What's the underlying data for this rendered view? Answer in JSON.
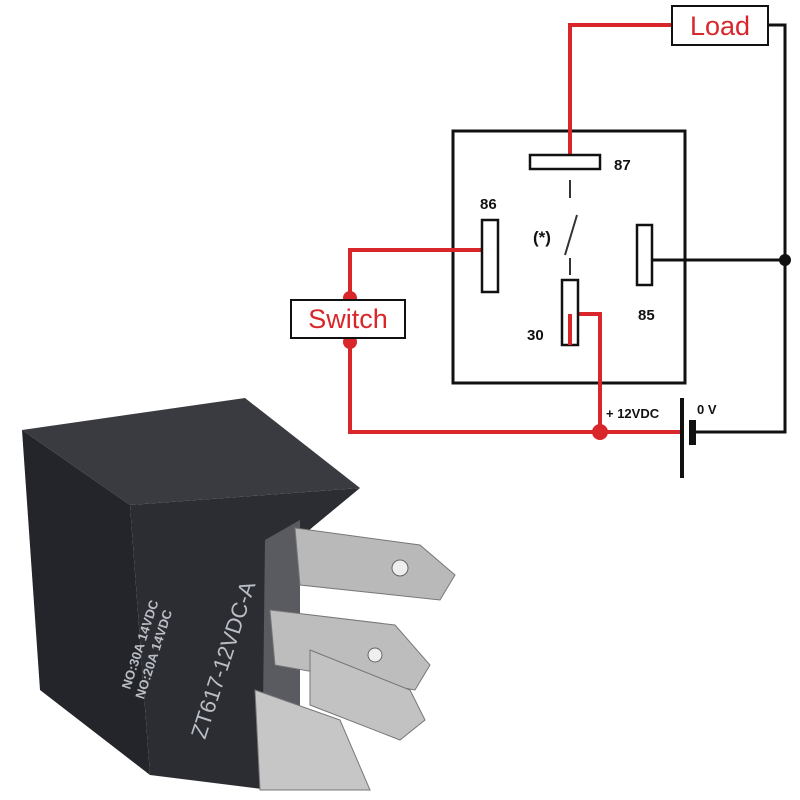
{
  "diagram": {
    "load_label": "Load",
    "switch_label": "Switch",
    "pins": {
      "p87": "87",
      "p86": "86",
      "p85": "85",
      "p30": "30"
    },
    "switch_symbol_label": "(*)",
    "battery_positive_label": "+ 12VDC",
    "battery_negative_label": "0 V"
  },
  "relay_photo": {
    "rating_line1": "NO:30A 14VDC",
    "rating_line2": "NO:20A 14VDC",
    "model": "ZT617-12VDC-A"
  },
  "colors": {
    "wire_positive": "#d8262b",
    "wire_ground": "#111111",
    "relay_body": "#2b2c30",
    "pin_metal": "#b8b8b8"
  }
}
